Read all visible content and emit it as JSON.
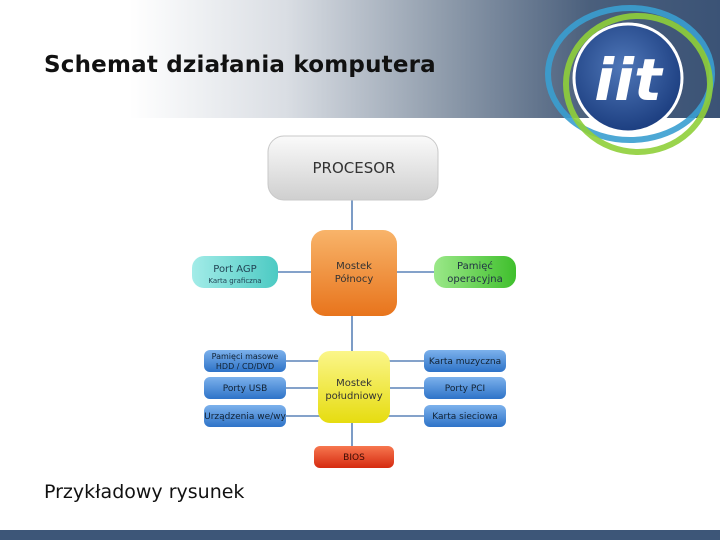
{
  "title": "Schemat działania komputera",
  "caption": "Przykładowy rysunek",
  "logo": {
    "text": "iit"
  },
  "diagram": {
    "procesor": "PROCESOR",
    "north_line1": "Mostek",
    "north_line2": "Północy",
    "south_line1": "Mostek",
    "south_line2": "południowy",
    "agp_line1": "Port AGP",
    "agp_line2": "Karta graficzna",
    "ram_line1": "Pamięć",
    "ram_line2": "operacyjna",
    "storage_line1": "Pamięci masowe",
    "storage_line2": "HDD / CD/DVD",
    "usb": "Porty USB",
    "io": "Urządzenia we/wy",
    "sound": "Karta muzyczna",
    "pci": "Porty PCI",
    "network": "Karta sieciowa",
    "bios": "BIOS"
  },
  "colors": {
    "header_dark": "#3b5376",
    "procesor": "#e3e3e3",
    "north_bridge": "#f28a2e",
    "south_bridge": "#f2ea2a",
    "agp": "#6fd7d2",
    "ram": "#5fd24a",
    "peripherals": "#3f86d8",
    "bios": "#e33b1f"
  }
}
